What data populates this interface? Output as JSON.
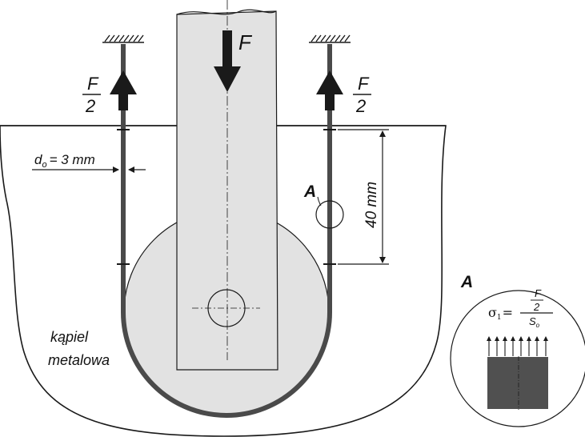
{
  "labels": {
    "force_top": "F",
    "force_half_num": "F",
    "force_half_den": "2",
    "wire_diameter_symbol": "d",
    "wire_diameter_sub": "o",
    "wire_diameter_value": "= 3 mm",
    "depth": "40 mm",
    "detail_marker": "A",
    "bath_line1": "kąpiel",
    "bath_line2": "metalowa",
    "stress_symbol": "σ",
    "stress_sub": "1",
    "stress_eq": "=",
    "stress_num_f": "F",
    "stress_num_2": "2",
    "stress_den_s": "S",
    "stress_den_sub": "o"
  },
  "colors": {
    "plate_fill": "#e2e2e2",
    "wire": "#4a4a4a",
    "specimen": "#505050",
    "outline": "#1a1a1a"
  }
}
